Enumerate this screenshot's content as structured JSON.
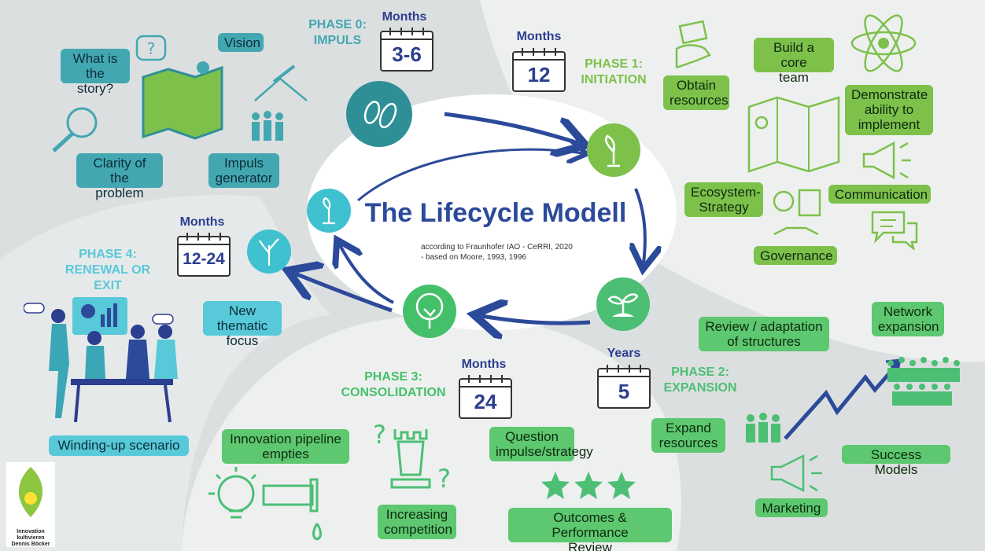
{
  "title": "The Lifecycle Modell",
  "subtitle": "according to Fraunhofer IAO - CeRRI, 2020\n- based on Moore, 1993, 1996",
  "colors": {
    "teal": "#42a7b0",
    "green": "#7dc14b",
    "lightgreen": "#5dc86f",
    "cyan": "#57c9d8",
    "navy": "#2c3e8f"
  },
  "phase0": {
    "label": "PHASE 0:\nIMPULS",
    "months": "Months",
    "duration": "3-6",
    "items": [
      "What is\nthe story?",
      "Vision",
      "Clarity of the\nproblem",
      "Impuls\ngenerator"
    ]
  },
  "phase1": {
    "label": "PHASE 1:\nINITIATION",
    "months": "Months",
    "duration": "12",
    "items": [
      "Obtain\nresources",
      "Build a core\nteam",
      "Demonstrate\nability to\nimplement",
      "Ecosystem-\nStrategy",
      "Communication",
      "Governance"
    ]
  },
  "phase2": {
    "label": "PHASE 2:\nEXPANSION",
    "months": "Years",
    "duration": "5",
    "items": [
      "Review / adaptation\nof structures",
      "Network\nexpansion",
      "Expand\nresources",
      "Success Models",
      "Marketing"
    ]
  },
  "phase3": {
    "label": "PHASE 3:\nCONSOLIDATION",
    "months": "Months",
    "duration": "24",
    "items": [
      "Innovation pipeline\nempties",
      "Question\nimpulse/strategy",
      "Increasing\ncompetition",
      "Outcomes & Performance\nReview"
    ]
  },
  "phase4": {
    "label": "PHASE 4:\nRENEWAL OR EXIT",
    "months": "Months",
    "duration": "12-24",
    "items": [
      "New\nthematic focus",
      "Winding-up scenario"
    ]
  },
  "logo": {
    "text": "Innovation kultivieren\nDennis Böcker"
  }
}
